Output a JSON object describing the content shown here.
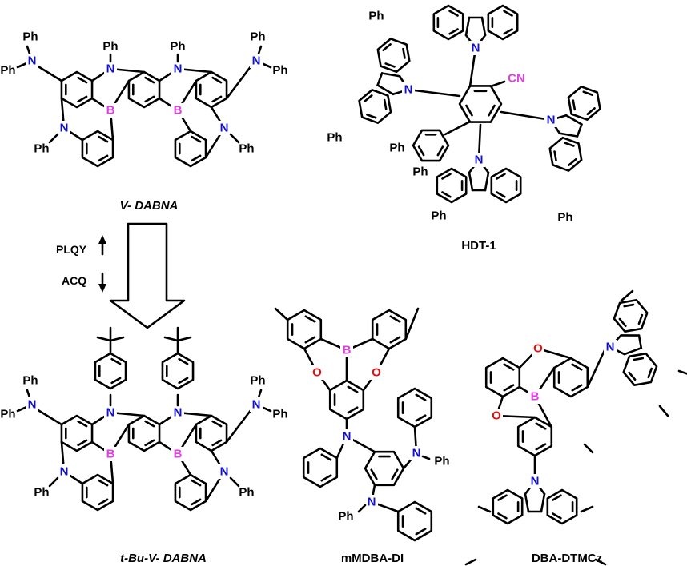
{
  "colors": {
    "nitrogen": "#1010cc",
    "boron": "#e040e0",
    "oxygen": "#e01010",
    "tbutyl": "#ee1111",
    "cyano": "#e040e0",
    "bond": "#000000"
  },
  "arrow": {
    "plqy": "PLQY",
    "acq": "ACQ"
  },
  "captions": {
    "vdabna": "V- DABNA",
    "hdt1": "HDT-1",
    "tbu_vdabna": "t-Bu-V- DABNA",
    "mmdba_di": "mMDBA-DI",
    "dba_dtmcz": "DBA-DTMCz"
  },
  "atoms": {
    "ph": "Ph",
    "n": "N",
    "b": "B",
    "o": "O",
    "cn": "CN"
  }
}
